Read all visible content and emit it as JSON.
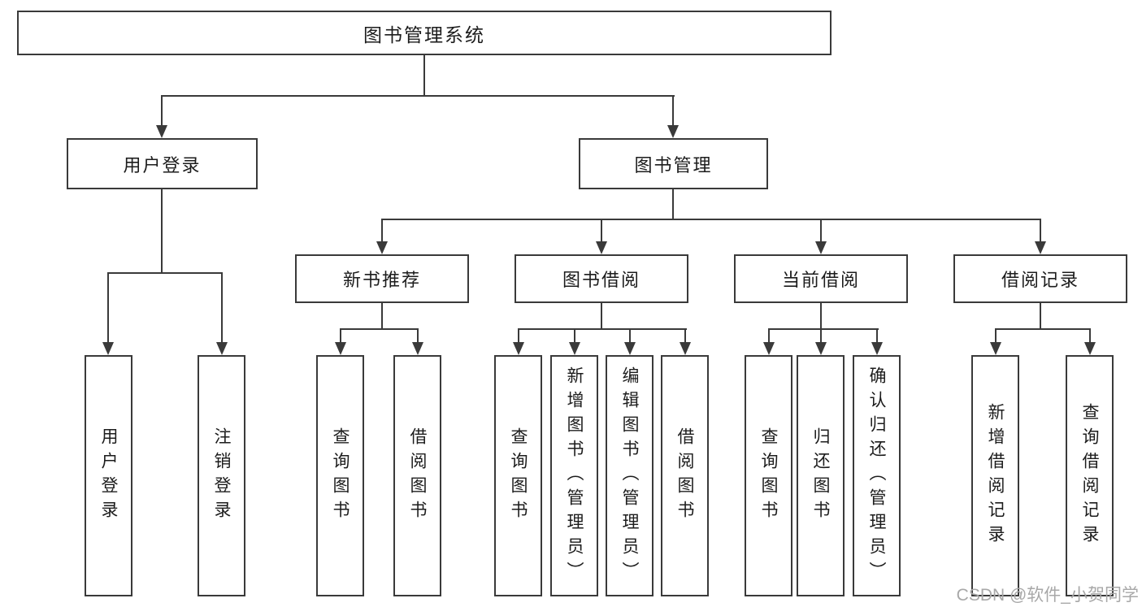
{
  "diagram": {
    "title": "图书管理系统",
    "branches": [
      {
        "label": "用户登录"
      },
      {
        "label": "图书管理"
      }
    ],
    "modules": [
      {
        "label": "新书推荐"
      },
      {
        "label": "图书借阅"
      },
      {
        "label": "当前借阅"
      },
      {
        "label": "借阅记录"
      }
    ],
    "functions": [
      "用户登录",
      "注销登录",
      "查询图书",
      "借阅图书",
      "查询图书",
      "新增图书（管理员）",
      "编辑图书（管理员）",
      "借阅图书",
      "查询图书",
      "归还图书",
      "确认归还（管理员）",
      "新增借阅记录",
      "查询借阅记录"
    ],
    "watermark": "CSDN @软件_小贺同学",
    "colors": {
      "line": "#3a3a3a",
      "text": "#1c1c1c",
      "background": "#ffffff",
      "watermark": "#a8a8a8"
    }
  }
}
